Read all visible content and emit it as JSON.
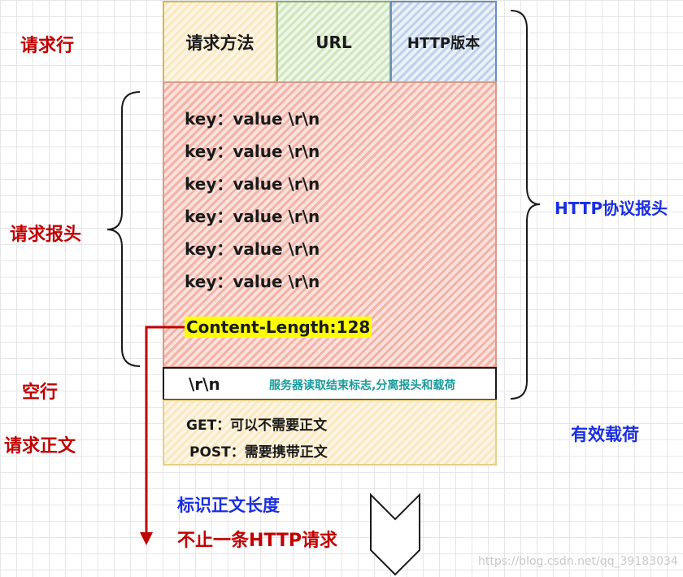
{
  "left_labels": {
    "request_line": "请求行",
    "request_headers": "请求报头",
    "blank_line": "空行",
    "request_body": "请求正文"
  },
  "request_line": {
    "method": "请求方法",
    "url": "URL",
    "version": "HTTP版本"
  },
  "headers": {
    "lines": [
      "key：value \\r\\n",
      "key：value \\r\\n",
      "key：value \\r\\n",
      "key：value \\r\\n",
      "key：value \\r\\n",
      "key：value \\r\\n"
    ],
    "content_length": "Content-Length:128"
  },
  "blank_line": {
    "crlf": "\\r\\n",
    "note": "服务器读取结束标志,分离报头和载荷"
  },
  "body": {
    "get": "GET：可以不需要正文",
    "post": "POST：需要携带正文"
  },
  "right_labels": {
    "protocol_header": "HTTP协议报头",
    "payload": "有效载荷"
  },
  "annotations": {
    "length_marker": "标识正文长度",
    "multiple_requests": "不止一条HTTP请求"
  },
  "watermark": "https://blog.csdn.net/qq_39183034",
  "colors": {
    "red_label": "#c00000",
    "blue_label": "#1a2ee0",
    "teal_note": "#1a9a9a",
    "highlight": "#ffff00",
    "arrow": "#c00000"
  }
}
